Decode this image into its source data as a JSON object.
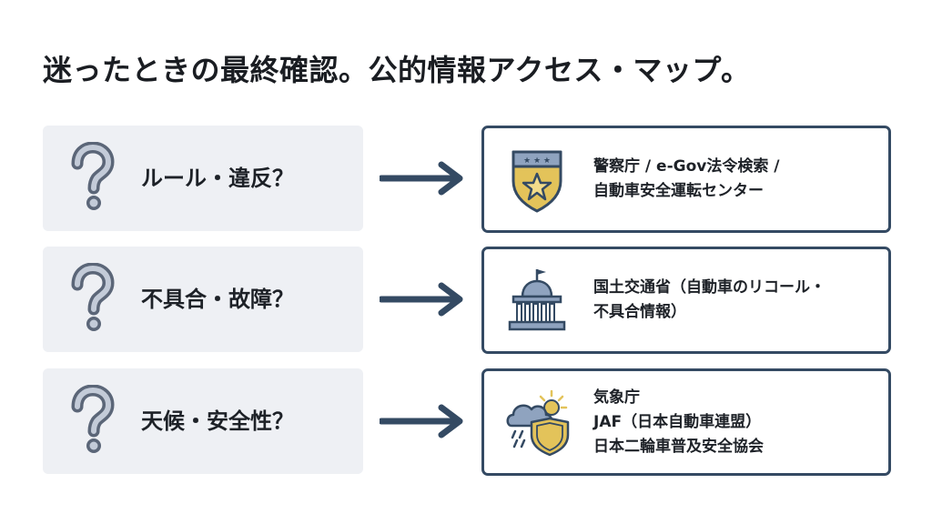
{
  "title": "迷ったときの最終確認。公的情報アクセス・マップ。",
  "colors": {
    "navy": "#344a63",
    "question_bg": "#eef0f4",
    "gold": "#e3c35a",
    "icon_blue": "#8fa3bf"
  },
  "rows": [
    {
      "question": "ルール・違反？",
      "question_icon": "question-mark-icon",
      "answer_icon": "police-badge-icon",
      "answer_lines": [
        "警察庁 / e-Gov法令検索 /",
        "自動車安全運転センター"
      ]
    },
    {
      "question": "不具合・故障？",
      "question_icon": "question-mark-icon",
      "answer_icon": "government-building-icon",
      "answer_lines": [
        "国土交通省（自動車のリコール・",
        "不具合情報）"
      ]
    },
    {
      "question": "天候・安全性？",
      "question_icon": "question-mark-icon",
      "answer_icon": "weather-shield-icon",
      "answer_lines": [
        "気象庁",
        "JAF（日本自動車連盟）",
        "日本二輪車普及安全協会"
      ]
    }
  ]
}
